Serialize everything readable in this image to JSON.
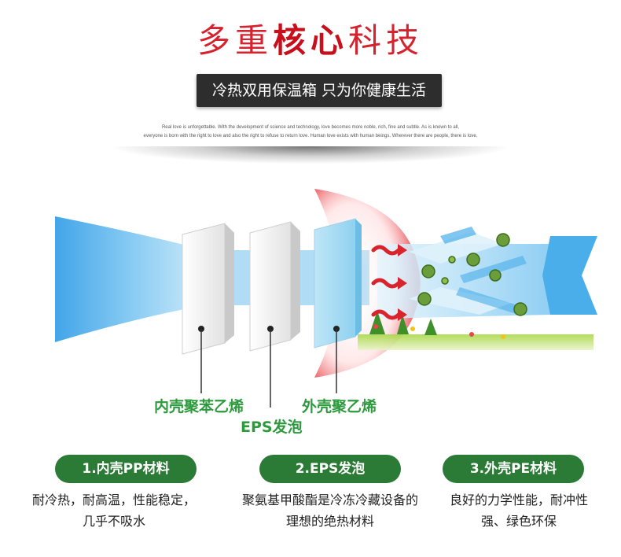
{
  "title": {
    "part1": "多重",
    "part2": "核心",
    "part3": "科技"
  },
  "subtitle": "冷热双用保温箱 只为你健康生活",
  "english_text": {
    "line1": "Real love is unforgettable. With the development of science and technology, love becomes more noble, rich, fine and subtle. As is known to all,",
    "line2": "everyone is born with the right to love and also the right to refuse to return love. Human love exists with human beings. Wherever there are people, there is love."
  },
  "layers": {
    "inner": "内壳聚苯乙烯",
    "middle": "EPS发泡",
    "outer": "外壳聚乙烯"
  },
  "features": [
    {
      "label": "1.内壳PP材料",
      "desc_line1": "耐冷热，耐高温，性能稳定，",
      "desc_line2": "几乎不吸水"
    },
    {
      "label": "2.EPS发泡",
      "desc_line1": "聚氨基甲酸酯是冷冻冷藏设备的",
      "desc_line2": "理想的绝热材料"
    },
    {
      "label": "3.外壳PE材料",
      "desc_line1": "良好的力学性能，耐冲性",
      "desc_line2": "强、绿色环保"
    }
  ],
  "colors": {
    "title_red": "#d4232f",
    "label_green": "#2c9a3d",
    "pill_green": "#2b7a35",
    "subtitle_bg": "#2d2d2d"
  }
}
